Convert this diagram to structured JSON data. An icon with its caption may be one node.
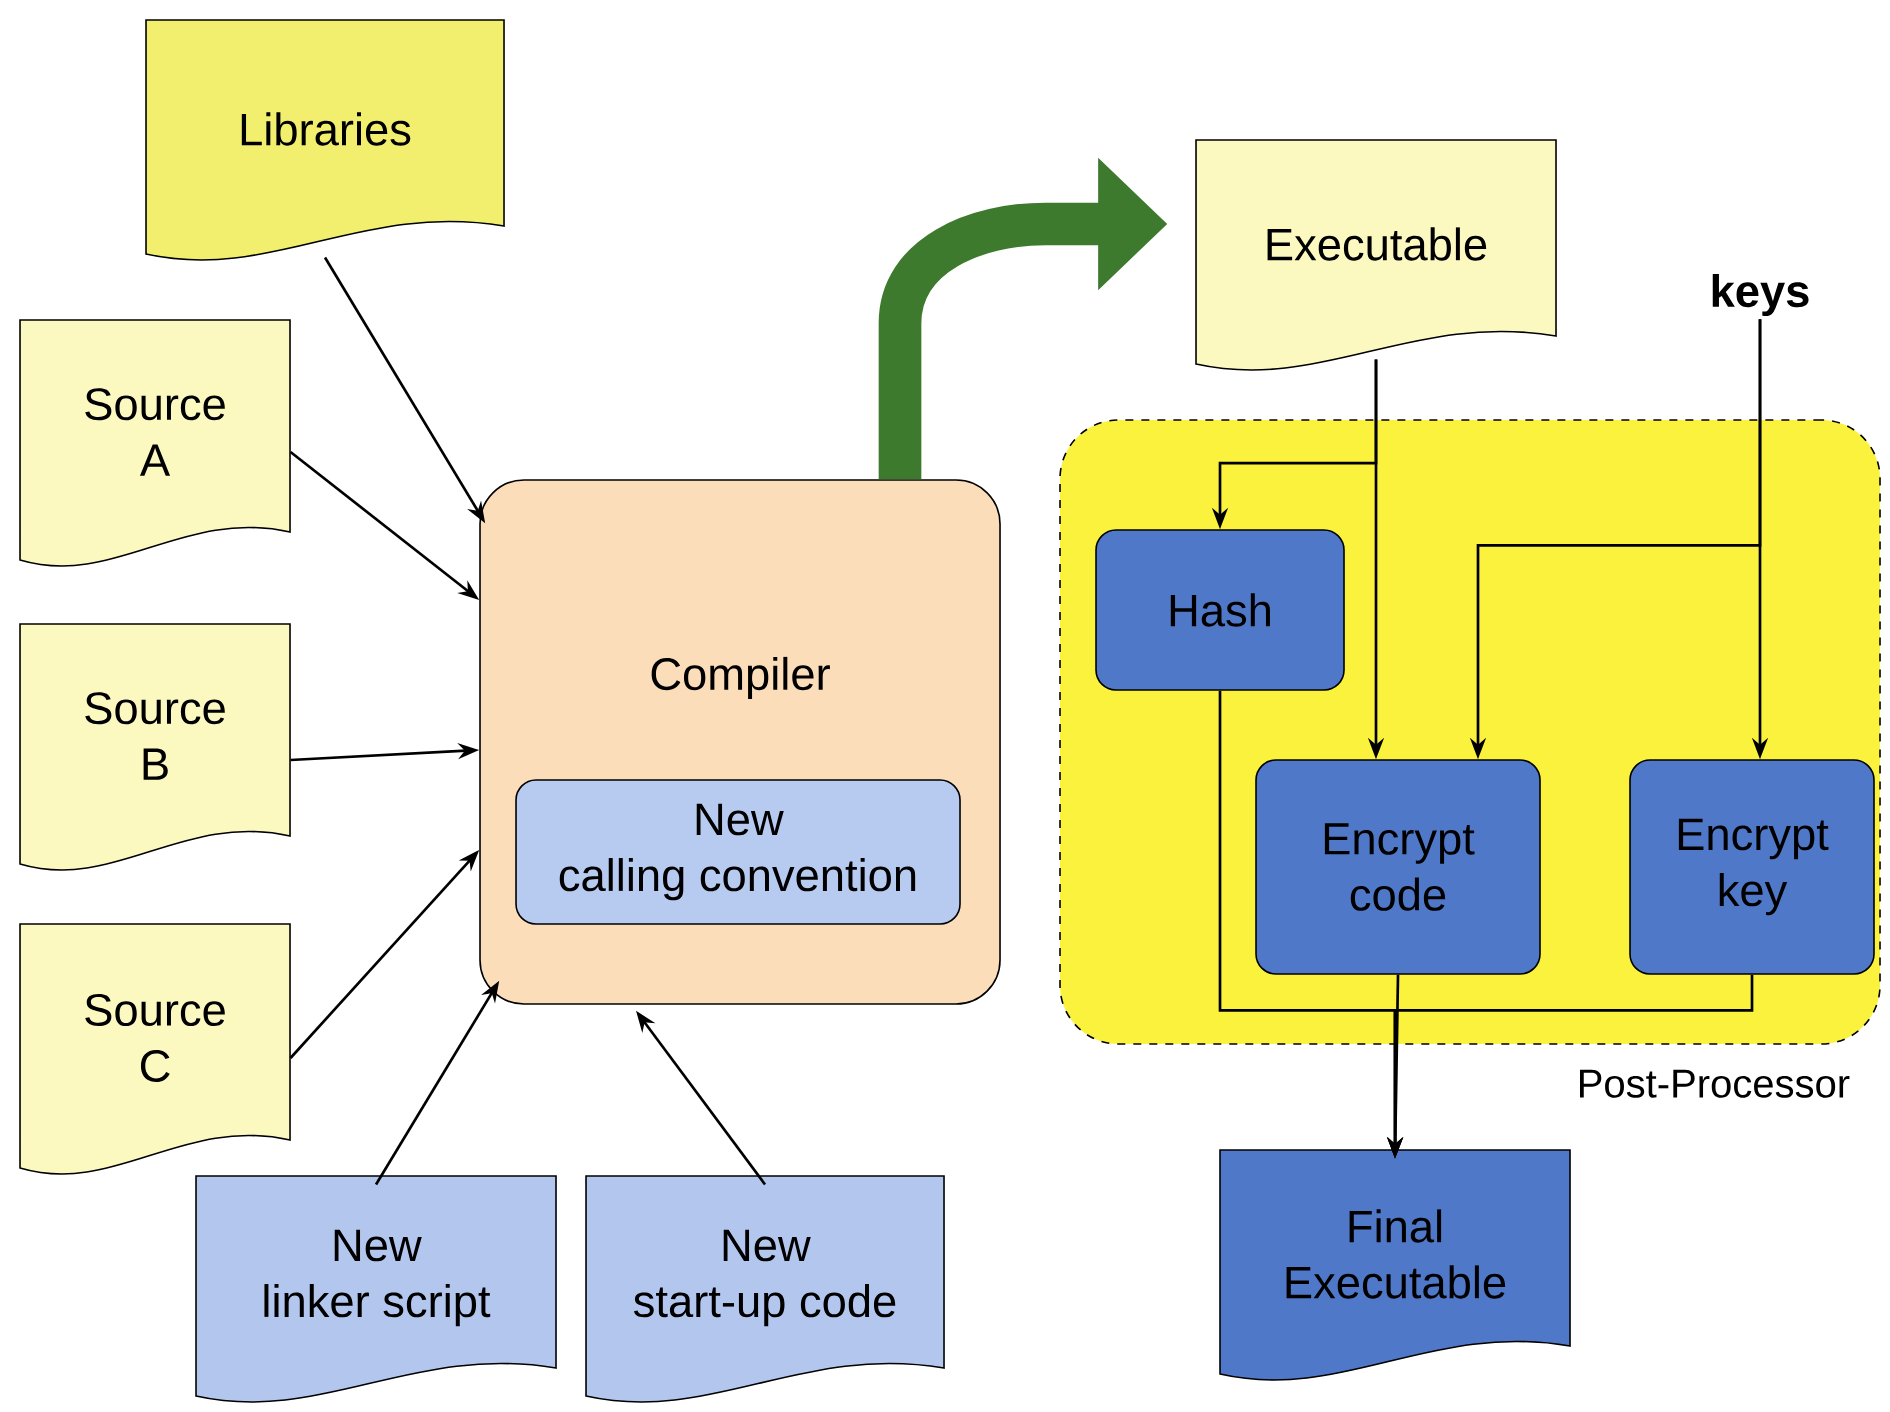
{
  "diagram": {
    "nodes": [
      {
        "text": [
          "Libraries"
        ]
      },
      {
        "text": [
          "Source A"
        ]
      },
      {
        "text": [
          "Source B"
        ]
      },
      {
        "text": [
          "Source C"
        ]
      },
      {
        "text": [
          "Compiler"
        ]
      },
      {
        "text": [
          "New calling convention"
        ],
        "in": 4
      },
      {
        "text": [
          "New linker script"
        ]
      },
      {
        "text": [
          "New start-up code"
        ]
      },
      {
        "text": [
          "Executable"
        ]
      },
      {
        "text": [
          "keys"
        ]
      },
      {
        "text": [
          "Post-Processor"
        ]
      },
      {
        "text": [
          "Hash"
        ],
        "in": 10
      },
      {
        "text": [
          "Encrypt code"
        ],
        "in": 10
      },
      {
        "text": [
          "Encrypt key"
        ],
        "in": 10
      },
      {
        "text": [
          "Final Executable"
        ]
      }
    ],
    "edges": [
      {
        "from": 0,
        "to": 4,
        "arrow": "to"
      },
      {
        "from": 1,
        "to": 4,
        "arrow": "to"
      },
      {
        "from": 2,
        "to": 4,
        "arrow": "to"
      },
      {
        "from": 3,
        "to": 4,
        "arrow": "to"
      },
      {
        "from": 6,
        "to": 4,
        "arrow": "to"
      },
      {
        "from": 7,
        "to": 4,
        "arrow": "to"
      },
      {
        "from": 4,
        "to": 8,
        "arrow": "to",
        "style": "thick",
        "color": "#3d7a2e"
      },
      {
        "from": 8,
        "to": 11,
        "arrow": "to"
      },
      {
        "from": 8,
        "to": 12,
        "arrow": "to"
      },
      {
        "from": 9,
        "to": 12,
        "arrow": "to"
      },
      {
        "from": 9,
        "to": 13,
        "arrow": "to"
      },
      {
        "from": 11,
        "to": 14,
        "arrow": "to"
      },
      {
        "from": 13,
        "to": 14,
        "arrow": "to"
      },
      {
        "from": 12,
        "to": 14,
        "arrow": "to"
      }
    ]
  }
}
